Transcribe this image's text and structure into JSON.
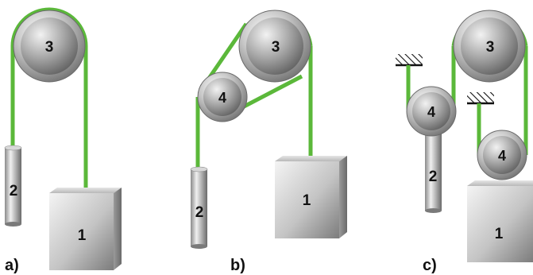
{
  "panels": [
    {
      "label": "a)",
      "pulley_labels": [
        "3"
      ],
      "cylinder_label": "2",
      "block_label": "1"
    },
    {
      "label": "b)",
      "pulley_labels": [
        "3",
        "4"
      ],
      "cylinder_label": "2",
      "block_label": "1"
    },
    {
      "label": "c)",
      "pulley_labels": [
        "3",
        "4",
        "4"
      ],
      "cylinder_label": "2",
      "block_label": "1"
    }
  ],
  "colors": {
    "rope": "#5bb83a",
    "hatch": "#111111"
  }
}
